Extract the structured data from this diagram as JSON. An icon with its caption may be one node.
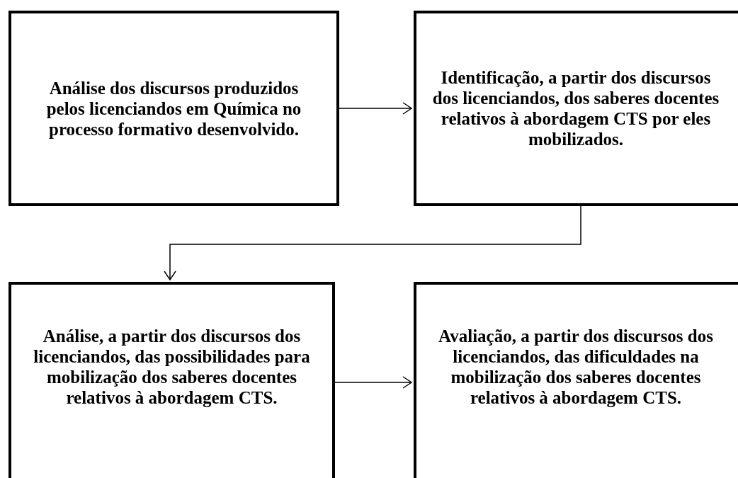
{
  "diagram": {
    "nodes": [
      {
        "text": [
          "Análise dos discursos produzidos pelos licenciandos em Química no processo formativo desenvolvido."
        ]
      },
      {
        "text": [
          "Identificação, a partir dos discursos dos licenciandos, dos saberes docentes relativos à abordagem CTS por eles mobilizados."
        ]
      },
      {
        "text": [
          "Análise, a partir dos discursos dos licenciandos, das possibilidades para mobilização dos saberes docentes relativos à abordagem CTS."
        ]
      },
      {
        "text": [
          "Avaliação, a partir dos discursos dos licenciandos, das dificuldades na mobilização dos saberes docentes relativos à abordagem CTS."
        ]
      }
    ],
    "edges": [
      {
        "from": 0,
        "to": 1,
        "arrow": "to"
      },
      {
        "from": 1,
        "to": 2,
        "arrow": "to"
      },
      {
        "from": 2,
        "to": 3,
        "arrow": "to"
      }
    ]
  }
}
